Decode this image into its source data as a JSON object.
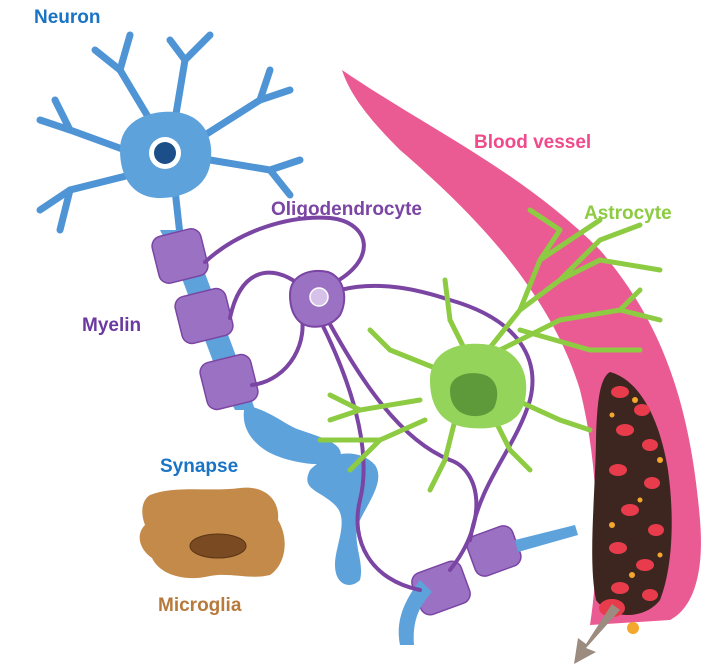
{
  "labels": {
    "neuron": "Neuron",
    "blood_vessel": "Blood vessel",
    "oligodendrocyte": "Oligodendrocyte",
    "astrocyte": "Astrocyte",
    "myelin": "Myelin",
    "synapse": "Synapse",
    "microglia": "Microglia"
  },
  "colors": {
    "neuron": "#1a73c4",
    "neuron_body": "#5ea2dc",
    "neuron_branch": "#4f94d4",
    "blood_vessel": "#f0498c",
    "vessel_fill": "#ea5b93",
    "oligodendrocyte": "#7b45a3",
    "myelin_fill": "#9b71c4",
    "astrocyte": "#8dcb42",
    "astro_fill": "#95d45a",
    "myelin_label": "#6b3aa0",
    "synapse": "#1a73c4",
    "microglia": "#b8793c",
    "microglia_fill": "#c48a4a",
    "red_cell": "#e83c4c",
    "platelet": "#f4a72d",
    "lumen": "#3d2620"
  },
  "icons": {
    "flow_arrow": "arrow-down-left-icon"
  }
}
